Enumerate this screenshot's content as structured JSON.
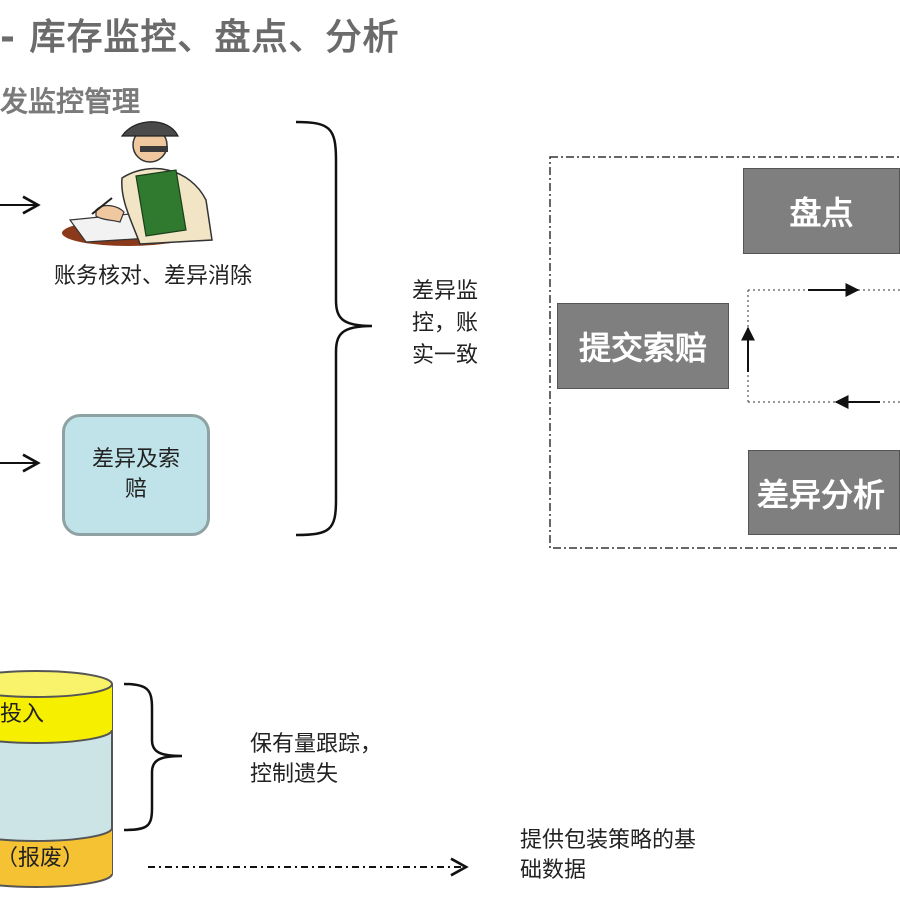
{
  "header": {
    "title": "- 库存监控、盘点、分析",
    "subtitle": "发监控管理"
  },
  "left_flow": {
    "reconcile_label": "账务核对、差异消除",
    "claim_box": {
      "line1": "差异及索",
      "line2": "赔"
    }
  },
  "brace_note": {
    "line1": "差异监",
    "line2": "控，账",
    "line3": "实一致"
  },
  "cycle": {
    "inventory_count": "盘点",
    "submit_claim": "提交索赔",
    "variance_analysis": "差异分析"
  },
  "cylinder": {
    "top_label": "投入",
    "bottom_label": "（报废）"
  },
  "cylinder_note": {
    "line1": "保有量跟踪，",
    "line2": "控制遗失"
  },
  "bottom_note": {
    "line1": "提供包装策略的基",
    "line2": "础数据"
  },
  "colors": {
    "gray_box": "#7f7f7f",
    "claim_box_fill": "#bfe3e8",
    "cylinder_top": "#f6f000",
    "cylinder_body": "#cde4e6",
    "cylinder_bottom": "#f5c233"
  }
}
